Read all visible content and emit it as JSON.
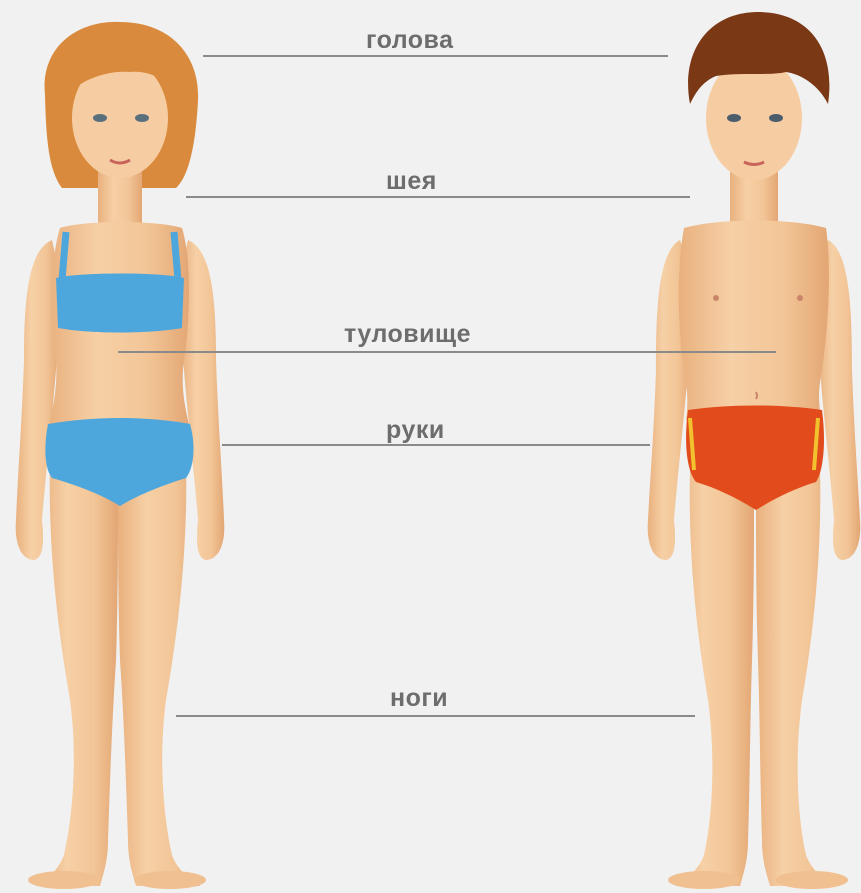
{
  "labels": {
    "head": "голова",
    "neck": "шея",
    "torso": "туловище",
    "arms": "руки",
    "legs": "ноги"
  },
  "colors": {
    "background": "#f1f1f2",
    "skin": "#f4c89a",
    "skin_shade": "#e2a877",
    "girl_hair": "#d98a3c",
    "boy_hair": "#7a3815",
    "girl_swimsuit": "#4ea7dc",
    "boy_trunks": "#e24b1c",
    "trunks_stripe": "#f2c12e",
    "label_text": "#6d6d6d",
    "leader_line": "#8a8a8a"
  }
}
